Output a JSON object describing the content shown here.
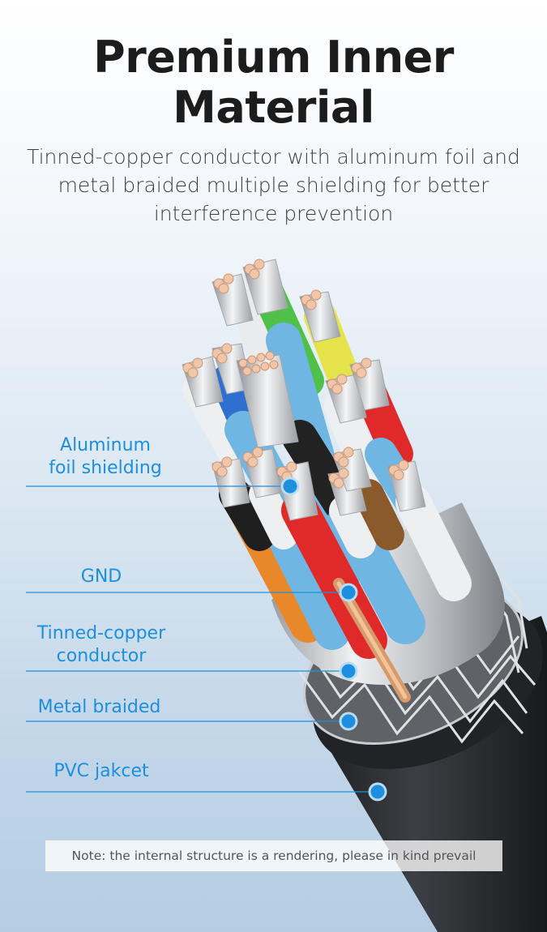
{
  "title": {
    "line1": "Premium Inner",
    "line2": "Material"
  },
  "subtitle": {
    "line1": "Tinned-copper conductor with aluminum foil and",
    "line2": "metal braided multiple shielding for better",
    "line3": "interference prevention"
  },
  "callouts": [
    {
      "line1": "Aluminum",
      "line2": "foil shielding"
    },
    {
      "line1": "GND"
    },
    {
      "line1": "Tinned-copper",
      "line2": "conductor"
    },
    {
      "line1": "Metal braided"
    },
    {
      "line1": "PVC jakcet"
    }
  ],
  "note": "Note: the internal structure is a rendering, please in kind prevail",
  "colors": {
    "accent": "#1e8fde",
    "jacket": "#2a2c2f",
    "wire_blue": "#6fb6e3",
    "wire_red": "#e02a2a",
    "wire_green": "#4fc04a",
    "wire_yellow": "#e4e34a"
  }
}
